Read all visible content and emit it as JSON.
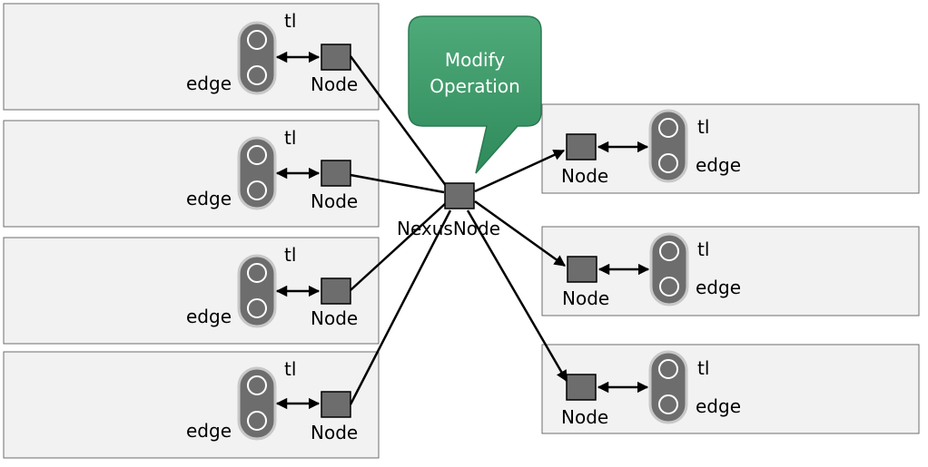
{
  "callout": {
    "line1": "Modify",
    "line2": "Operation",
    "color": "#3d9a6b"
  },
  "hub": {
    "label": "NexusNode"
  },
  "left_panels": [
    {
      "node_label": "Node",
      "top_label": "tl",
      "bottom_label": "edge"
    },
    {
      "node_label": "Node",
      "top_label": "tl",
      "bottom_label": "edge"
    },
    {
      "node_label": "Node",
      "top_label": "tl",
      "bottom_label": "edge"
    },
    {
      "node_label": "Node",
      "top_label": "tl",
      "bottom_label": "edge"
    }
  ],
  "right_panels": [
    {
      "node_label": "Node",
      "top_label": "tl",
      "bottom_label": "edge"
    },
    {
      "node_label": "Node",
      "top_label": "tl",
      "bottom_label": "edge"
    },
    {
      "node_label": "Node",
      "top_label": "tl",
      "bottom_label": "edge"
    }
  ]
}
